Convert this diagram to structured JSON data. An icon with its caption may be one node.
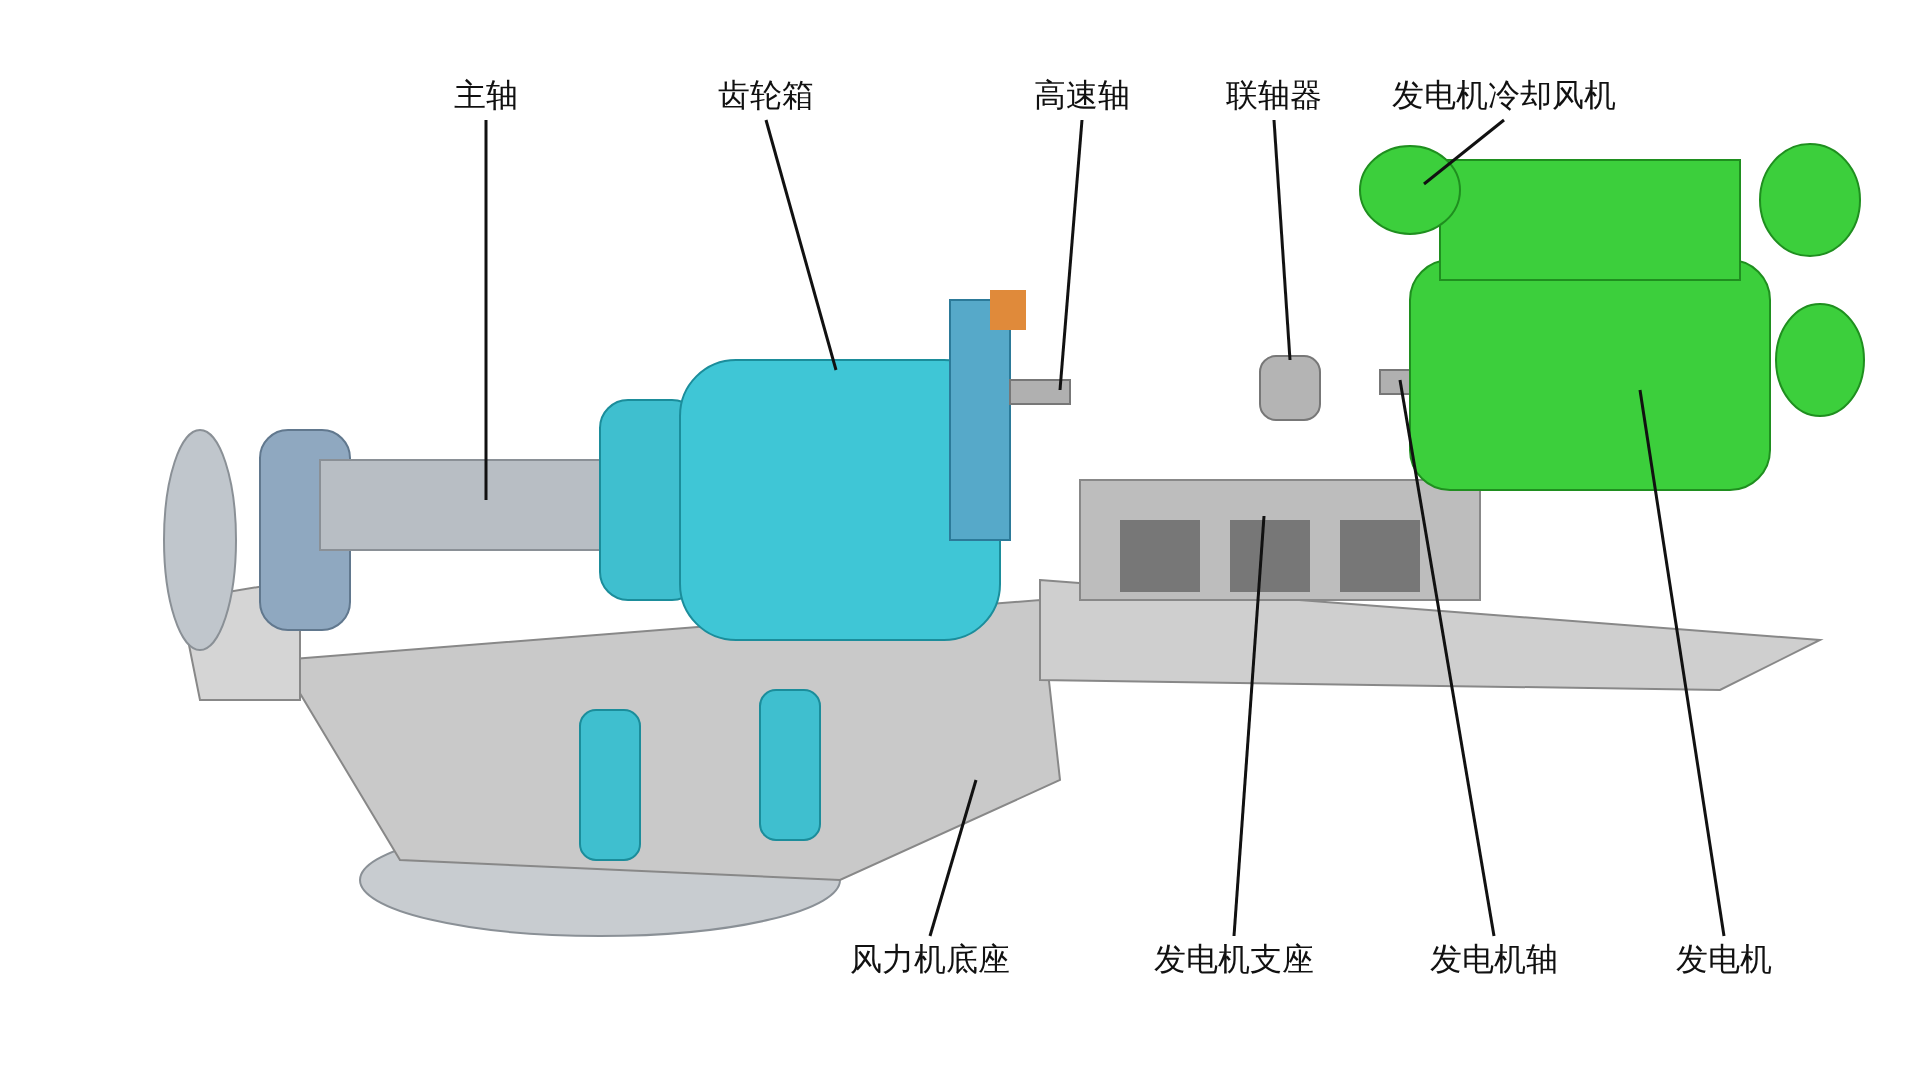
{
  "diagram": {
    "nodes": [
      {
        "text": [
          "主轴"
        ]
      },
      {
        "text": [
          "齿轮箱"
        ]
      },
      {
        "text": [
          "高速轴"
        ]
      },
      {
        "text": [
          "联轴器"
        ]
      },
      {
        "text": [
          "发电机冷却风机"
        ]
      },
      {
        "text": [
          "风力机底座"
        ]
      },
      {
        "text": [
          "发电机支座"
        ]
      },
      {
        "text": [
          "发电机轴"
        ]
      },
      {
        "text": [
          "发电机"
        ]
      }
    ],
    "edges": [
      {
        "from": 0,
        "to": null,
        "arrow": "none"
      },
      {
        "from": 1,
        "to": null,
        "arrow": "none"
      },
      {
        "from": 2,
        "to": null,
        "arrow": "none"
      },
      {
        "from": 3,
        "to": null,
        "arrow": "none"
      },
      {
        "from": 4,
        "to": null,
        "arrow": "none"
      },
      {
        "from": 5,
        "to": null,
        "arrow": "none"
      },
      {
        "from": 6,
        "to": null,
        "arrow": "none"
      },
      {
        "from": 7,
        "to": null,
        "arrow": "none"
      },
      {
        "from": 8,
        "to": null,
        "arrow": "none"
      }
    ]
  }
}
